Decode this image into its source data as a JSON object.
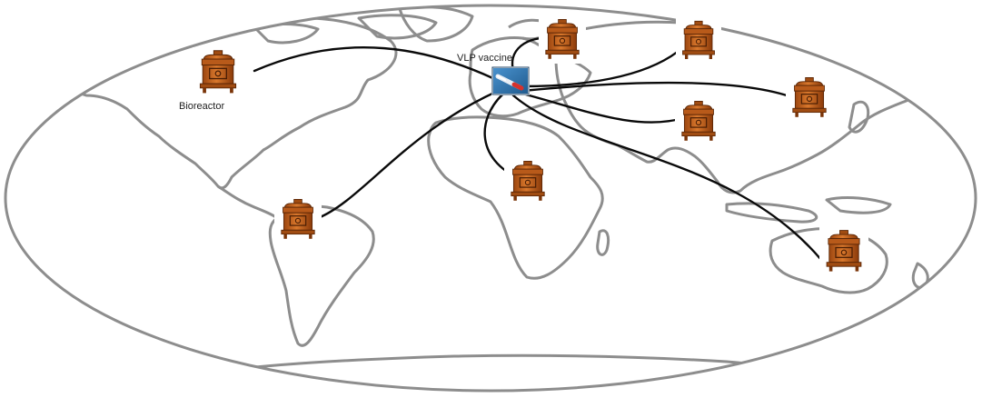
{
  "labels": {
    "bioreactor": "Bioreactor",
    "vlp_vaccine": "VLP vaccine"
  },
  "colors": {
    "land_outline": "#8d8d8d",
    "route_line": "#0a0a0a",
    "bioreactor_body": "#c8641e",
    "bioreactor_dark": "#7a3408",
    "vaccine_blue": "#2c6fa8"
  },
  "icons": {
    "hub": "vaccine-vial-icon",
    "node": "bioreactor-icon"
  },
  "hub_region": "Europe",
  "bioreactor_sites": [
    {
      "region": "North America"
    },
    {
      "region": "South America"
    },
    {
      "region": "Central Africa"
    },
    {
      "region": "Northern Europe / Scandinavia"
    },
    {
      "region": "Russia"
    },
    {
      "region": "East Asia"
    },
    {
      "region": "South Asia"
    },
    {
      "region": "Australia"
    }
  ]
}
